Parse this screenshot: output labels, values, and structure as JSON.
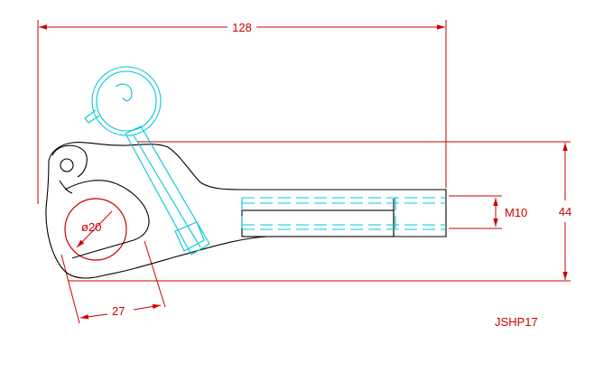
{
  "drawing": {
    "colors": {
      "dimension": "#cc0000",
      "part_outline": "#000000",
      "hidden_part": "#00c8d8",
      "background": "#ffffff"
    },
    "dimensions": {
      "overall_length": "128",
      "overall_height": "44",
      "thread": "M10",
      "hole_diameter": "ø20",
      "hole_offset": "27"
    },
    "part_code": "JSHP17"
  }
}
